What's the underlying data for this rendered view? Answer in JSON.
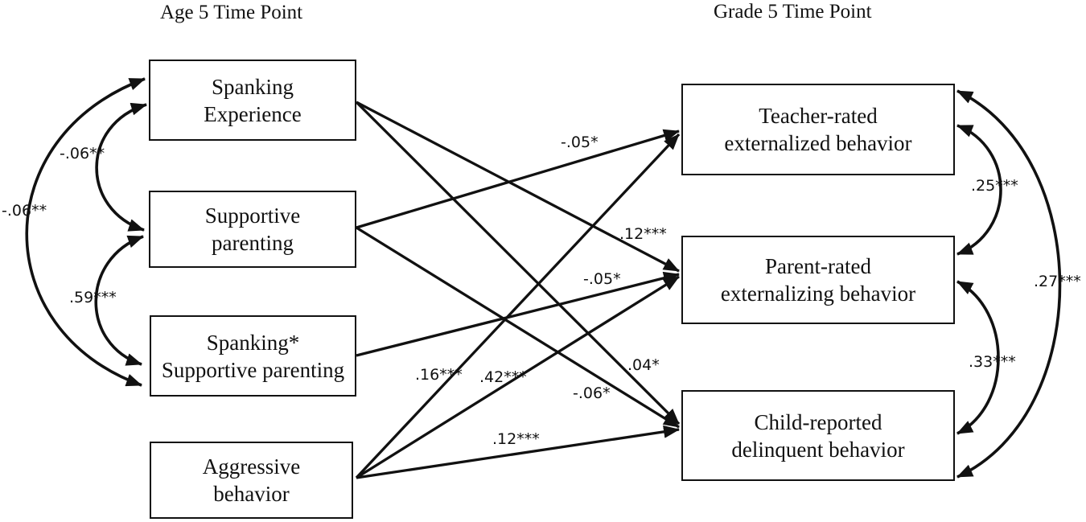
{
  "titles": {
    "left": "Age 5 Time Point",
    "right": "Grade 5 Time Point"
  },
  "boxes": {
    "left": [
      {
        "id": "spanking-experience",
        "label": "Spanking\nExperience"
      },
      {
        "id": "supportive-parenting",
        "label": "Supportive\nparenting"
      },
      {
        "id": "spanking-x-supportive",
        "label": "Spanking*\nSupportive parenting"
      },
      {
        "id": "aggressive-behavior",
        "label": "Aggressive\nbehavior"
      }
    ],
    "right": [
      {
        "id": "teacher-externalized",
        "label": "Teacher-rated\nexternalized behavior"
      },
      {
        "id": "parent-externalizing",
        "label": "Parent-rated\nexternalizing behavior"
      },
      {
        "id": "child-delinquent",
        "label": "Child-reported\ndelinquent behavior"
      }
    ]
  },
  "paths": [
    {
      "from": "Supportive parenting",
      "to": "Teacher-rated externalized behavior",
      "coefficient": "-.05*"
    },
    {
      "from": "Spanking Experience",
      "to": "Parent-rated externalizing behavior",
      "coefficient": ".12***"
    },
    {
      "from": "Spanking* Supportive parenting",
      "to": "Parent-rated externalizing behavior",
      "coefficient": "-.05*"
    },
    {
      "from": "Spanking Experience",
      "to": "Child-reported delinquent behavior",
      "coefficient": ".04*"
    },
    {
      "from": "Supportive parenting",
      "to": "Child-reported delinquent behavior",
      "coefficient": "-.06*"
    },
    {
      "from": "Aggressive behavior",
      "to": "Teacher-rated externalized behavior",
      "coefficient": ".16***"
    },
    {
      "from": "Aggressive behavior",
      "to": "Parent-rated externalizing behavior",
      "coefficient": ".42***"
    },
    {
      "from": "Aggressive behavior",
      "to": "Child-reported delinquent behavior",
      "coefficient": ".12***"
    }
  ],
  "covariances": {
    "left": [
      {
        "between": [
          "Spanking Experience",
          "Supportive parenting"
        ],
        "coefficient": "-.06**"
      },
      {
        "between": [
          "Spanking Experience",
          "Spanking* Supportive parenting"
        ],
        "coefficient": "-.06**"
      },
      {
        "between": [
          "Supportive parenting",
          "Spanking* Supportive parenting"
        ],
        "coefficient": ".59***"
      }
    ],
    "right": [
      {
        "between": [
          "Teacher-rated externalized behavior",
          "Parent-rated externalizing behavior"
        ],
        "coefficient": ".25***"
      },
      {
        "between": [
          "Parent-rated externalizing behavior",
          "Child-reported delinquent behavior"
        ],
        "coefficient": ".33***"
      },
      {
        "between": [
          "Teacher-rated externalized behavior",
          "Child-reported delinquent behavior"
        ],
        "coefficient": ".27***"
      }
    ]
  },
  "colors": {
    "line": "#111111",
    "text": "#111111",
    "background": "#ffffff"
  }
}
